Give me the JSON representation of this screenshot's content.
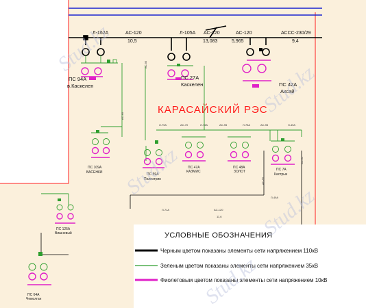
{
  "region_title": "КАРАСАЙСКИЙ РЭС",
  "colors": {
    "line_110kv": "#000000",
    "line_35kv": "#2e9e2e",
    "line_10kv": "#e020c8",
    "boundary": "#ff2020",
    "bus_top": "#1a22d0",
    "zone_fill": "#fbf0dc"
  },
  "top_lines": [
    {
      "name": "Л-162А",
      "conductor": "АС-120",
      "length": "10,5"
    },
    {
      "name": "Л-105А",
      "conductor": "АС-120",
      "length": "13,083"
    },
    {
      "name": "",
      "conductor": "АС-120",
      "length": "5,965"
    },
    {
      "name": "",
      "conductor": "АССС-230/29",
      "length": "9,4"
    }
  ],
  "big_substations": [
    {
      "name": "ПС 94А",
      "sub": "в.Каскелен"
    },
    {
      "name": "ПС 27А",
      "sub": "Каскелен"
    },
    {
      "name": "ПС 42А",
      "sub": "Аксай"
    }
  ],
  "mid_substations": [
    {
      "name": "ПС 109А",
      "sub": "ВАСЕНКИ"
    },
    {
      "name": "ПС 59А",
      "sub": "Полиэтрин"
    },
    {
      "name": "ПС 47А",
      "sub": "КАЗМИС"
    },
    {
      "name": "ПС 48А",
      "sub": "ЗОЛОТ"
    },
    {
      "name": "ПС 7А",
      "sub": "Кастрык"
    }
  ],
  "low_substations": [
    {
      "name": "ПС 125А",
      "sub": "Вишневый"
    },
    {
      "name": "ПС 64А",
      "sub": "Чемолган"
    }
  ],
  "legend": {
    "title": "УСЛОВНЫЕ  ОБОЗНАЧЕНИЯ",
    "items": [
      {
        "text": "Черным цветом показаны элементы сети напряжением 110кВ"
      },
      {
        "text": "Зеленым цветом показаны элементы сети напряжением 35кВ"
      },
      {
        "text": "Фиолетовым цветом показаны элементы сети напряжением 10кВ"
      }
    ]
  },
  "watermark": "Stud.kz"
}
